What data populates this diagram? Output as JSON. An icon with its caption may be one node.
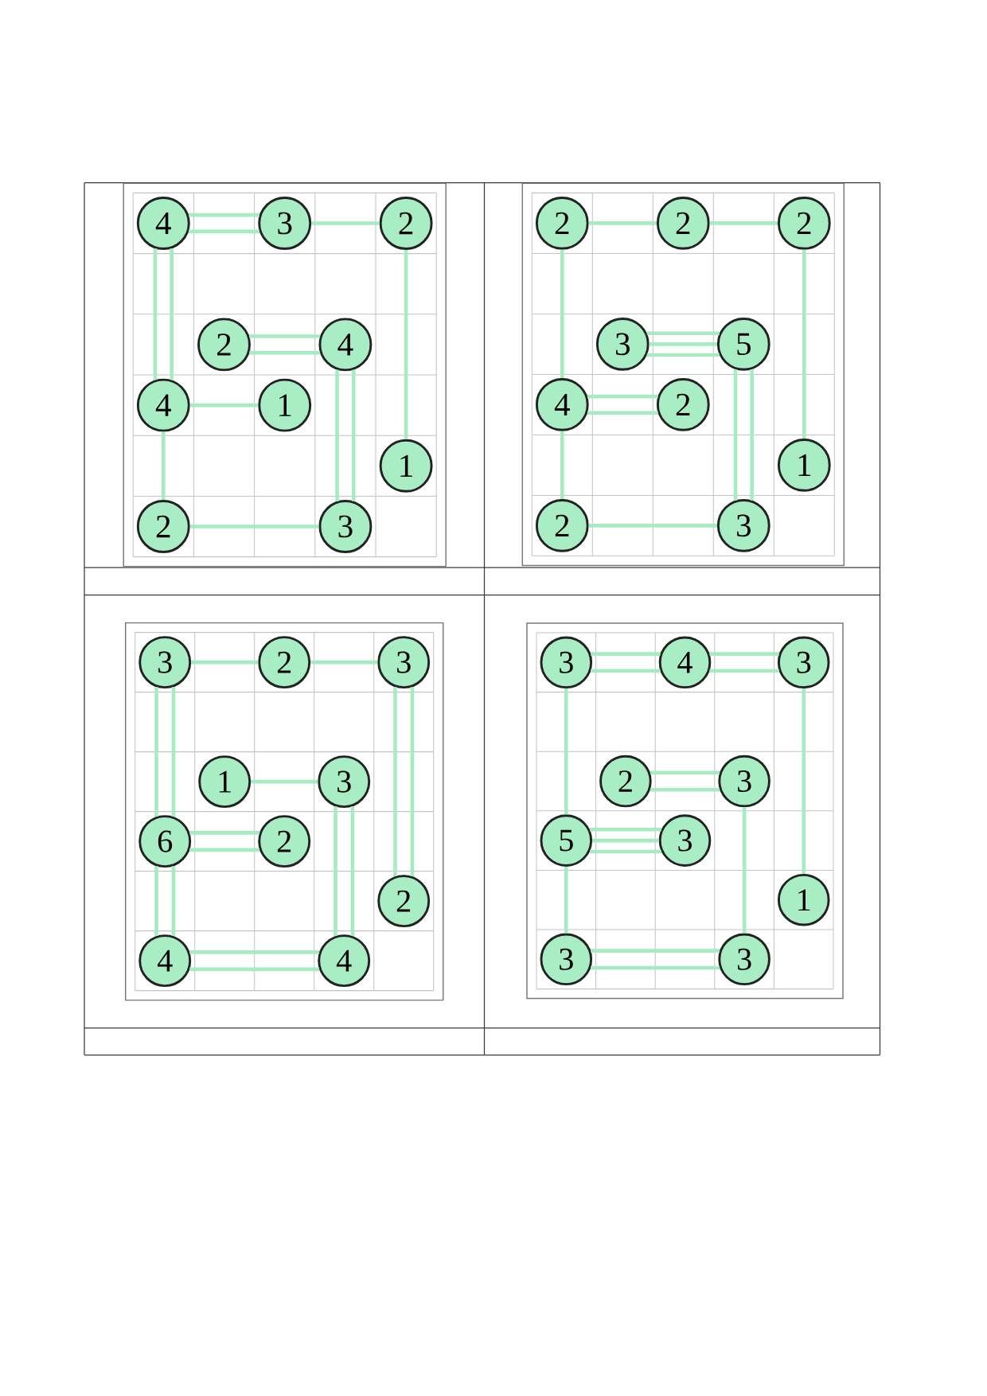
{
  "diagram": {
    "nodes": [
      {
        "text": [],
        "shape": "box"
      },
      {
        "text": [
          "4"
        ],
        "in": 0
      },
      {
        "text": [
          "3"
        ],
        "in": 0
      },
      {
        "text": [
          "2"
        ],
        "in": 0
      },
      {
        "text": [
          "2"
        ],
        "in": 0
      },
      {
        "text": [
          "4"
        ],
        "in": 0
      },
      {
        "text": [
          "4"
        ],
        "in": 0
      },
      {
        "text": [
          "1"
        ],
        "in": 0
      },
      {
        "text": [
          "1"
        ],
        "in": 0
      },
      {
        "text": [
          "2"
        ],
        "in": 0
      },
      {
        "text": [
          "3"
        ],
        "in": 0
      },
      {
        "text": [],
        "shape": "box"
      },
      {
        "text": [
          "2"
        ],
        "in": 11
      },
      {
        "text": [
          "2"
        ],
        "in": 11
      },
      {
        "text": [
          "2"
        ],
        "in": 11
      },
      {
        "text": [
          "3"
        ],
        "in": 11
      },
      {
        "text": [
          "5"
        ],
        "in": 11
      },
      {
        "text": [
          "4"
        ],
        "in": 11
      },
      {
        "text": [
          "2"
        ],
        "in": 11
      },
      {
        "text": [
          "1"
        ],
        "in": 11
      },
      {
        "text": [
          "2"
        ],
        "in": 11
      },
      {
        "text": [
          "3"
        ],
        "in": 11
      },
      {
        "text": [],
        "shape": "box"
      },
      {
        "text": [
          "3"
        ],
        "in": 22
      },
      {
        "text": [
          "2"
        ],
        "in": 22
      },
      {
        "text": [
          "3"
        ],
        "in": 22
      },
      {
        "text": [
          "1"
        ],
        "in": 22
      },
      {
        "text": [
          "3"
        ],
        "in": 22
      },
      {
        "text": [
          "6"
        ],
        "in": 22
      },
      {
        "text": [
          "2"
        ],
        "in": 22
      },
      {
        "text": [
          "2"
        ],
        "in": 22
      },
      {
        "text": [
          "4"
        ],
        "in": 22
      },
      {
        "text": [
          "4"
        ],
        "in": 22
      },
      {
        "text": [],
        "shape": "box"
      },
      {
        "text": [
          "3"
        ],
        "in": 33
      },
      {
        "text": [
          "4"
        ],
        "in": 33
      },
      {
        "text": [
          "3"
        ],
        "in": 33
      },
      {
        "text": [
          "2"
        ],
        "in": 33
      },
      {
        "text": [
          "3"
        ],
        "in": 33
      },
      {
        "text": [
          "5"
        ],
        "in": 33
      },
      {
        "text": [
          "3"
        ],
        "in": 33
      },
      {
        "text": [
          "1"
        ],
        "in": 33
      },
      {
        "text": [
          "3"
        ],
        "in": 33
      },
      {
        "text": [
          "3"
        ],
        "in": 33
      }
    ],
    "edges": [
      {
        "from": 1,
        "to": 2,
        "arrow": "none"
      },
      {
        "from": 1,
        "to": 2,
        "arrow": "none"
      },
      {
        "from": 2,
        "to": 3,
        "arrow": "none"
      },
      {
        "from": 1,
        "to": 6,
        "arrow": "none"
      },
      {
        "from": 1,
        "to": 6,
        "arrow": "none"
      },
      {
        "from": 3,
        "to": 8,
        "arrow": "none"
      },
      {
        "from": 4,
        "to": 5,
        "arrow": "none"
      },
      {
        "from": 4,
        "to": 5,
        "arrow": "none"
      },
      {
        "from": 5,
        "to": 10,
        "arrow": "none"
      },
      {
        "from": 5,
        "to": 10,
        "arrow": "none"
      },
      {
        "from": 6,
        "to": 7,
        "arrow": "none"
      },
      {
        "from": 6,
        "to": 9,
        "arrow": "none"
      },
      {
        "from": 9,
        "to": 10,
        "arrow": "none"
      },
      {
        "from": 12,
        "to": 13,
        "arrow": "none"
      },
      {
        "from": 13,
        "to": 14,
        "arrow": "none"
      },
      {
        "from": 12,
        "to": 17,
        "arrow": "none"
      },
      {
        "from": 14,
        "to": 19,
        "arrow": "none"
      },
      {
        "from": 15,
        "to": 16,
        "arrow": "none"
      },
      {
        "from": 15,
        "to": 16,
        "arrow": "none"
      },
      {
        "from": 15,
        "to": 16,
        "arrow": "none"
      },
      {
        "from": 16,
        "to": 21,
        "arrow": "none"
      },
      {
        "from": 16,
        "to": 21,
        "arrow": "none"
      },
      {
        "from": 17,
        "to": 18,
        "arrow": "none"
      },
      {
        "from": 17,
        "to": 18,
        "arrow": "none"
      },
      {
        "from": 17,
        "to": 20,
        "arrow": "none"
      },
      {
        "from": 20,
        "to": 21,
        "arrow": "none"
      },
      {
        "from": 23,
        "to": 24,
        "arrow": "none"
      },
      {
        "from": 24,
        "to": 25,
        "arrow": "none"
      },
      {
        "from": 23,
        "to": 28,
        "arrow": "none"
      },
      {
        "from": 23,
        "to": 28,
        "arrow": "none"
      },
      {
        "from": 25,
        "to": 30,
        "arrow": "none"
      },
      {
        "from": 25,
        "to": 30,
        "arrow": "none"
      },
      {
        "from": 26,
        "to": 27,
        "arrow": "none"
      },
      {
        "from": 27,
        "to": 32,
        "arrow": "none"
      },
      {
        "from": 27,
        "to": 32,
        "arrow": "none"
      },
      {
        "from": 28,
        "to": 29,
        "arrow": "none"
      },
      {
        "from": 28,
        "to": 29,
        "arrow": "none"
      },
      {
        "from": 28,
        "to": 31,
        "arrow": "none"
      },
      {
        "from": 28,
        "to": 31,
        "arrow": "none"
      },
      {
        "from": 31,
        "to": 32,
        "arrow": "none"
      },
      {
        "from": 31,
        "to": 32,
        "arrow": "none"
      },
      {
        "from": 34,
        "to": 35,
        "arrow": "none"
      },
      {
        "from": 34,
        "to": 35,
        "arrow": "none"
      },
      {
        "from": 35,
        "to": 36,
        "arrow": "none"
      },
      {
        "from": 35,
        "to": 36,
        "arrow": "none"
      },
      {
        "from": 34,
        "to": 39,
        "arrow": "none"
      },
      {
        "from": 36,
        "to": 41,
        "arrow": "none"
      },
      {
        "from": 37,
        "to": 38,
        "arrow": "none"
      },
      {
        "from": 37,
        "to": 38,
        "arrow": "none"
      },
      {
        "from": 38,
        "to": 43,
        "arrow": "none"
      },
      {
        "from": 39,
        "to": 40,
        "arrow": "none"
      },
      {
        "from": 39,
        "to": 40,
        "arrow": "none"
      },
      {
        "from": 39,
        "to": 40,
        "arrow": "none"
      },
      {
        "from": 39,
        "to": 42,
        "arrow": "none"
      },
      {
        "from": 42,
        "to": 43,
        "arrow": "none"
      },
      {
        "from": 42,
        "to": 43,
        "arrow": "none"
      }
    ]
  }
}
